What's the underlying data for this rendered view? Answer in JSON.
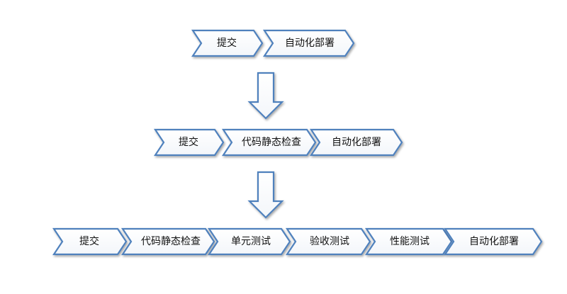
{
  "rows": [
    {
      "steps": [
        "提交",
        "自动化部署"
      ]
    },
    {
      "steps": [
        "提交",
        "代码静态检查",
        "自动化部署"
      ]
    },
    {
      "steps": [
        "提交",
        "代码静态检查",
        "单元测试",
        "验收测试",
        "性能测试",
        "自动化部署"
      ]
    }
  ],
  "colors": {
    "stroke": "#4f81bd",
    "fill_top": "#ffffff",
    "fill_bottom": "#f3f6fa",
    "text": "#111111"
  }
}
